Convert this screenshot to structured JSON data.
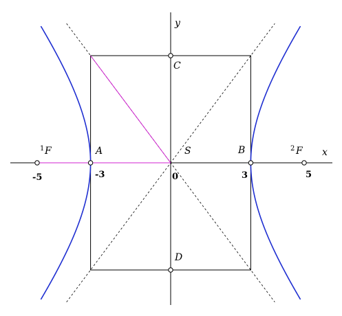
{
  "axes": {
    "x_label": "x",
    "y_label": "y"
  },
  "hyperbola": {
    "a": 3,
    "b": 4,
    "c": 5,
    "color": "#1f2fd1"
  },
  "focus_segment_color": "#d020d0",
  "points": {
    "A": {
      "label": "A",
      "x": -3,
      "y": 0
    },
    "B": {
      "label": "B",
      "x": 3,
      "y": 0
    },
    "C": {
      "label": "C",
      "x": 0,
      "y": 4
    },
    "D": {
      "label": "D",
      "x": 0,
      "y": -4
    },
    "S": {
      "label": "S",
      "x": 0,
      "y": 0
    },
    "F1": {
      "sup": "1",
      "label": "F",
      "x": -5,
      "y": 0
    },
    "F2": {
      "sup": "2",
      "label": "F",
      "x": 5,
      "y": 0
    }
  },
  "ticks": {
    "neg5": {
      "label": "-5",
      "value": -5
    },
    "neg3": {
      "label": "-3",
      "value": -3
    },
    "zero": {
      "label": "0",
      "value": 0
    },
    "pos3": {
      "label": "3",
      "value": 3
    },
    "pos5": {
      "label": "5",
      "value": 5
    }
  }
}
